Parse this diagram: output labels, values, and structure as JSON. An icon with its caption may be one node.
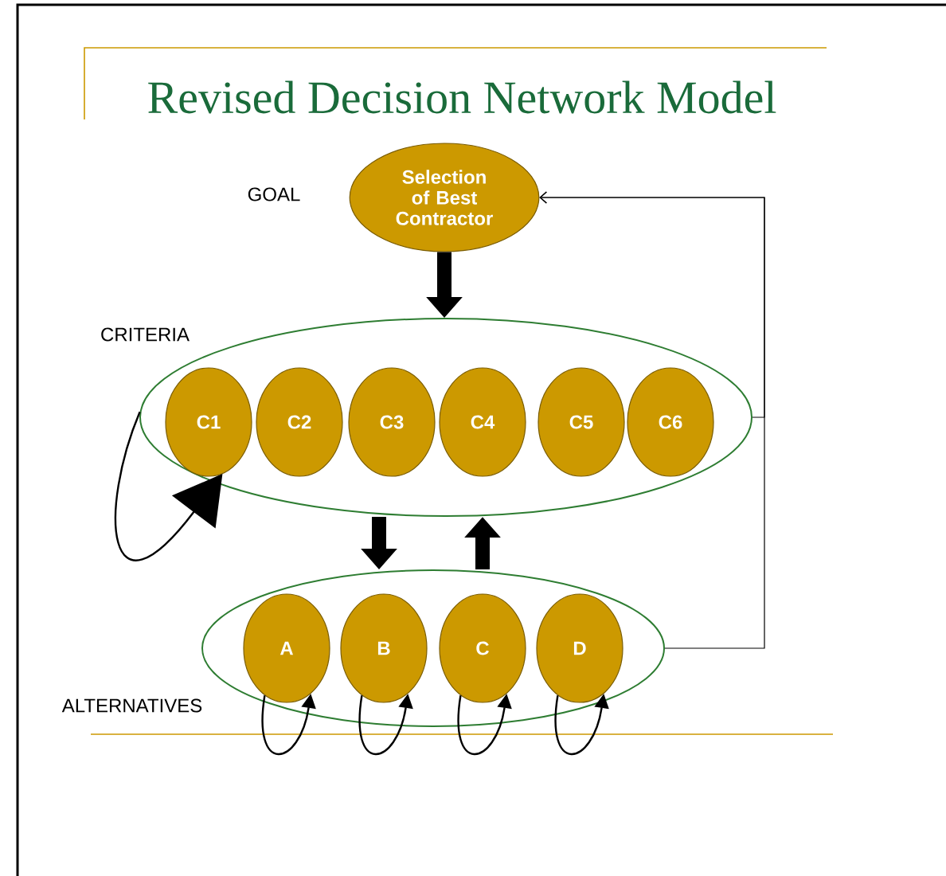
{
  "diagram": {
    "title": "Revised Decision Network Model",
    "nodes": [
      {
        "text": [
          "Selection of Best Contractor"
        ],
        "beside": [
          "GOAL"
        ]
      },
      {
        "text": [
          "CRITERIA"
        ]
      },
      {
        "text": [
          "C1"
        ],
        "in": 1
      },
      {
        "text": [
          "C2"
        ],
        "in": 1
      },
      {
        "text": [
          "C3"
        ],
        "in": 1
      },
      {
        "text": [
          "C4"
        ],
        "in": 1
      },
      {
        "text": [
          "C5"
        ],
        "in": 1
      },
      {
        "text": [
          "C6"
        ],
        "in": 1
      },
      {
        "text": [
          "ALTERNATIVES"
        ]
      },
      {
        "text": [
          "A"
        ],
        "in": 8
      },
      {
        "text": [
          "B"
        ],
        "in": 8
      },
      {
        "text": [
          "C"
        ],
        "in": 8
      },
      {
        "text": [
          "D"
        ],
        "in": 8
      }
    ],
    "edges": [
      {
        "from": 0,
        "to": 1,
        "arrow": "to",
        "style": "thick"
      },
      {
        "from": 1,
        "to": 8,
        "arrow": "to",
        "style": "thick"
      },
      {
        "from": 8,
        "to": 1,
        "arrow": "to",
        "style": "thick"
      },
      {
        "from": 1,
        "to": 0,
        "arrow": "to"
      },
      {
        "from": 8,
        "to": 0,
        "arrow": "to"
      },
      {
        "from": 1,
        "to": 2,
        "arrow": "to"
      },
      {
        "from": 9,
        "to": 9,
        "arrow": "to"
      },
      {
        "from": 10,
        "to": 10,
        "arrow": "to"
      },
      {
        "from": 11,
        "to": 11,
        "arrow": "to"
      },
      {
        "from": 12,
        "to": 12,
        "arrow": "to"
      }
    ]
  }
}
